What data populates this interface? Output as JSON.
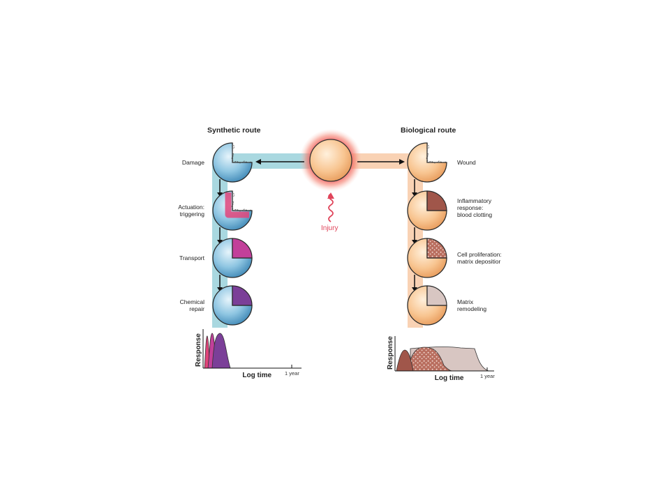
{
  "synthetic": {
    "title": "Synthetic route",
    "steps": [
      {
        "label_lines": [
          "Damage"
        ]
      },
      {
        "label_lines": [
          "Actuation:",
          "triggering"
        ]
      },
      {
        "label_lines": [
          "Transport"
        ]
      },
      {
        "label_lines": [
          "Chemical",
          "repair"
        ]
      }
    ],
    "plot": {
      "ylabel": "Response",
      "xlabel": "Log time",
      "tick": "1 year"
    }
  },
  "biological": {
    "title": "Biological route",
    "steps": [
      {
        "label_lines": [
          "Wound"
        ]
      },
      {
        "label_lines": [
          "Inflammatory",
          "response:",
          "blood clotting"
        ]
      },
      {
        "label_lines": [
          "Cell proliferation:",
          "matrix depositior"
        ]
      },
      {
        "label_lines": [
          "Matrix",
          "remodeling"
        ]
      }
    ],
    "plot": {
      "ylabel": "Response",
      "xlabel": "Log time",
      "tick": "1 year"
    }
  },
  "injury_label": "Injury",
  "colors": {
    "synthetic_sphere": "#6fb4d6",
    "biological_sphere": "#f6c18f",
    "synthetic_band": "#a9d8e0",
    "biological_band": "#f9d2b4",
    "trigger_pink": "#e0447a",
    "transport_magenta": "#c2409a",
    "repair_purple": "#7b3f98",
    "clot_brown": "#a0564a",
    "proliferation_brown": "#b96e5f",
    "remodel_gray": "#d8c6c2",
    "injury_red": "#e0445a"
  }
}
